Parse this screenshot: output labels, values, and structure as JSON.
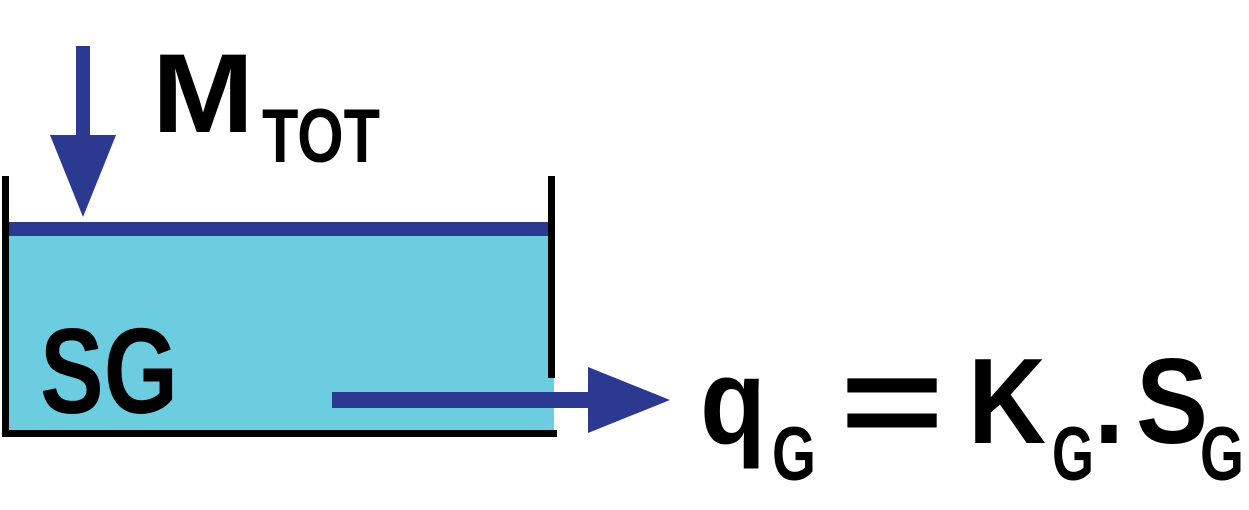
{
  "inflow": {
    "symbol": "M",
    "subscript": "TOT"
  },
  "reservoir": {
    "label": "SG",
    "fill_color": "#6CCDE0"
  },
  "outflow": {
    "lhs_symbol": "q",
    "lhs_subscript": "G",
    "equals": "=",
    "coef_symbol": "K",
    "coef_subscript": "G",
    "operator": ".",
    "storage_symbol": "S",
    "storage_subscript": "G"
  },
  "colors": {
    "arrow": "#2B3990",
    "water": "#6CCDE0",
    "walls": "#000000",
    "text": "#000000"
  },
  "icons": {
    "inflow_arrow": "down-arrow-icon",
    "outflow_arrow": "right-arrow-icon"
  }
}
